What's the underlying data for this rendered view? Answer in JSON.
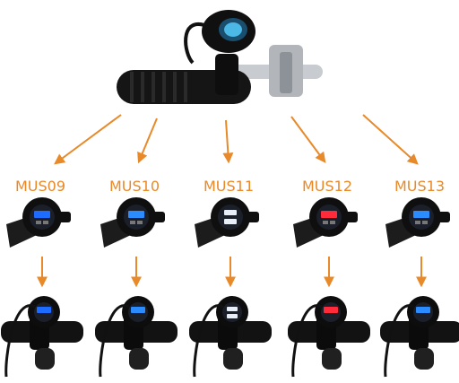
{
  "models": [
    {
      "label": "MUS09",
      "display": "dual-usb",
      "led": "#1e6cff"
    },
    {
      "label": "MUS10",
      "display": "voltmeter",
      "led": "#2a8cff"
    },
    {
      "label": "MUS11",
      "display": "dual-usb-white",
      "led": "#e8eef8"
    },
    {
      "label": "MUS12",
      "display": "voltmeter-red",
      "led": "#ff2a3a"
    },
    {
      "label": "MUS13",
      "display": "voltmeter",
      "led": "#2a8cff"
    }
  ],
  "colors": {
    "accent": "#e8892a",
    "body": "#111111",
    "chrome": "#bfc3c8"
  }
}
